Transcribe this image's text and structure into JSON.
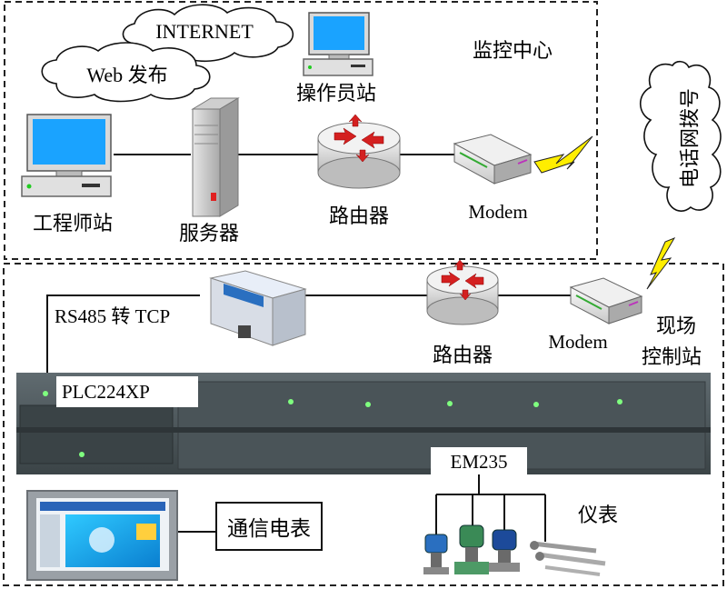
{
  "monitor_center": {
    "title": "监控中心",
    "cloud_internet": "INTERNET",
    "cloud_web": "Web 发布",
    "engineer_station": "工程师站",
    "operator_station": "操作员站",
    "server": "服务器",
    "router": "路由器",
    "modem": "Modem"
  },
  "phone_dialup": "电话网拨号",
  "field_station": {
    "title_line1": "现场",
    "title_line2": "控制站",
    "converter": "RS485 转 TCP",
    "router": "路由器",
    "modem": "Modem",
    "plc": "PLC224XP",
    "em_module": "EM235",
    "instruments": "仪表",
    "comm_meter": "通信电表"
  },
  "colors": {
    "dash_border": "#222222",
    "lightning": "#ffee00",
    "router_arrows": "#d42020",
    "plc_panel": "#4d585c",
    "plc_led": "#7fff7f"
  }
}
